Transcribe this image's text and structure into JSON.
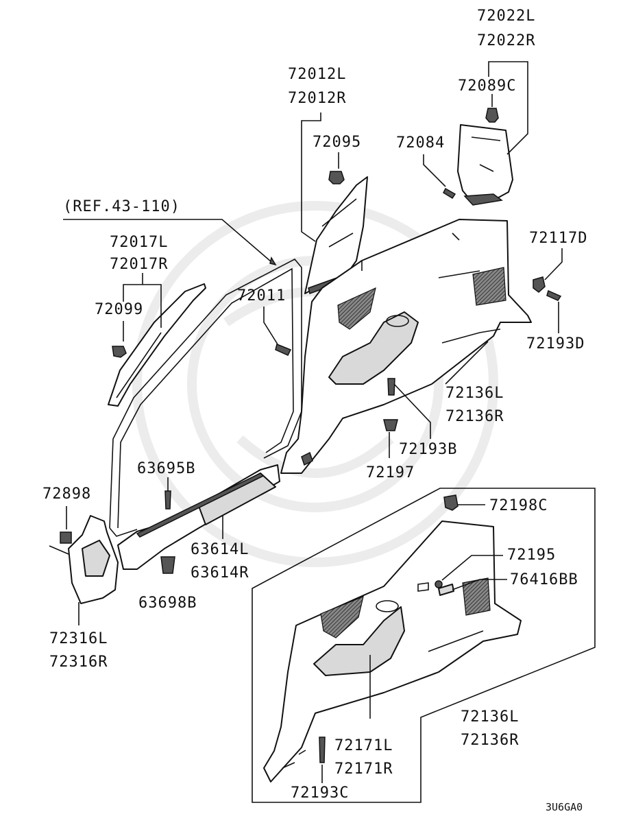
{
  "labels": {
    "p72022L": "72022L",
    "p72022R": "72022R",
    "p72089C": "72089C",
    "p72084": "72084",
    "p72012L": "72012L",
    "p72012R": "72012R",
    "p72095": "72095",
    "ref": "(REF.43-110)",
    "p72017L": "72017L",
    "p72017R": "72017R",
    "p72099": "72099",
    "p72011": "72011",
    "p72117D": "72117D",
    "p72193D": "72193D",
    "p72136L_a": "72136L",
    "p72136R_a": "72136R",
    "p72193B": "72193B",
    "p72197": "72197",
    "p63695B": "63695B",
    "p63614L": "63614L",
    "p63614R": "63614R",
    "p63698B": "63698B",
    "p72898": "72898",
    "p72316L": "72316L",
    "p72316R": "72316R",
    "p72198C": "72198C",
    "p72195": "72195",
    "p76416BB": "76416BB",
    "p72136L_b": "72136L",
    "p72136R_b": "72136R",
    "p72171L": "72171L",
    "p72171R": "72171R",
    "p72193C": "72193C"
  },
  "diagram_code": "3U6GA0"
}
